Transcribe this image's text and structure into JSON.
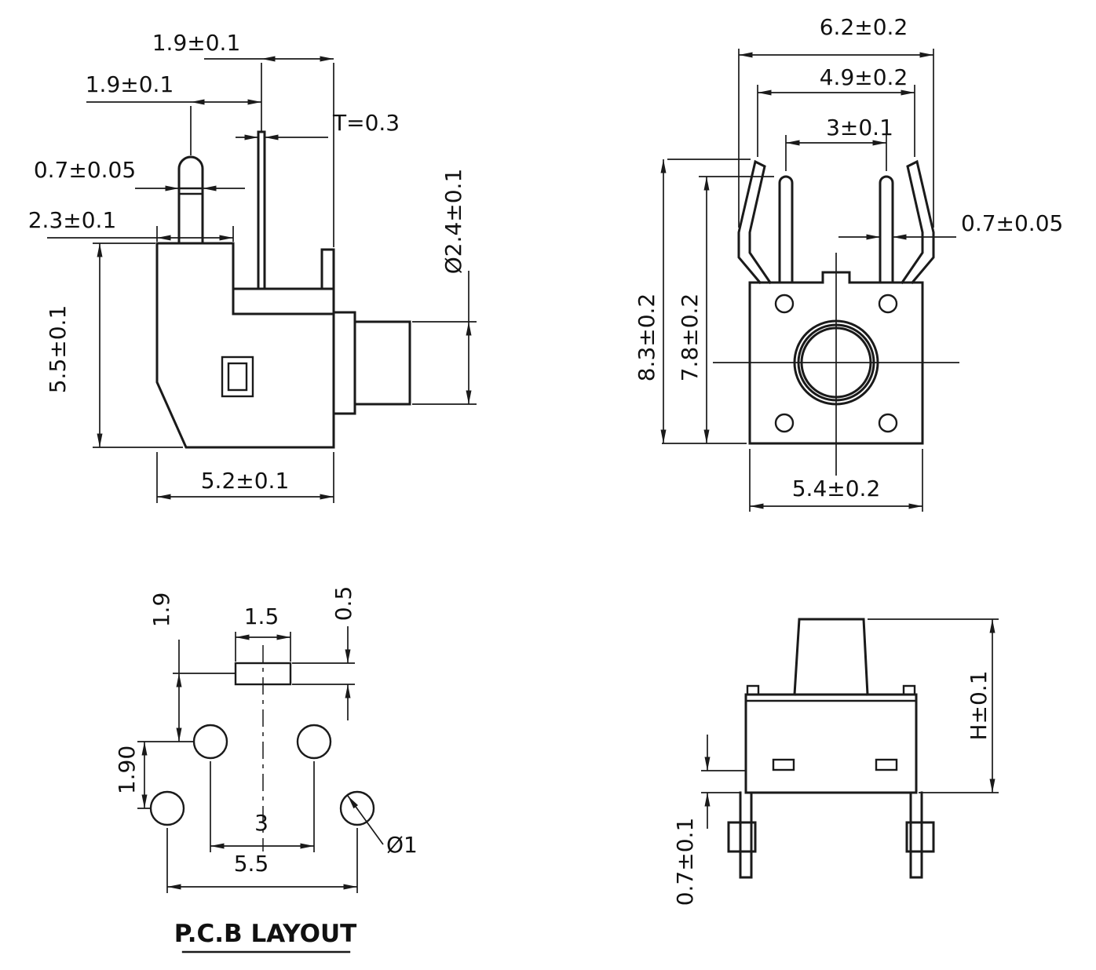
{
  "colors": {
    "ink": "#1a1a1a",
    "background": "#ffffff"
  },
  "views": {
    "side": {
      "dims": {
        "lead_offset_top": "1.9±0.1",
        "lead_offset_left": "1.9±0.1",
        "terminal_thickness": "T=0.3",
        "pin_width": "0.7±0.05",
        "edge_to_bracket": "2.3±0.1",
        "body_height": "5.5±0.1",
        "stem_diameter": "Ø2.4±0.1",
        "body_width": "5.2±0.1"
      }
    },
    "front": {
      "dims": {
        "overall_width": "6.2±0.2",
        "clip_tip_width": "4.9±0.2",
        "pin_pitch": "3±0.1",
        "pin_width": "0.7±0.05",
        "overall_height": "8.3±0.2",
        "pin_height": "7.8±0.2",
        "body_width": "5.4±0.2"
      }
    },
    "pcb": {
      "title": "P.C.B LAYOUT",
      "dims": {
        "slot_offset": "1.9",
        "slot_width": "1.5",
        "slot_height": "0.5",
        "hole_row_spacing": "1.90",
        "hole_pitch": "3",
        "hole_span": "5.5",
        "hole_diameter": "Ø1"
      }
    },
    "mounted": {
      "dims": {
        "height": "H±0.1",
        "standoff": "0.7±0.1"
      }
    }
  }
}
